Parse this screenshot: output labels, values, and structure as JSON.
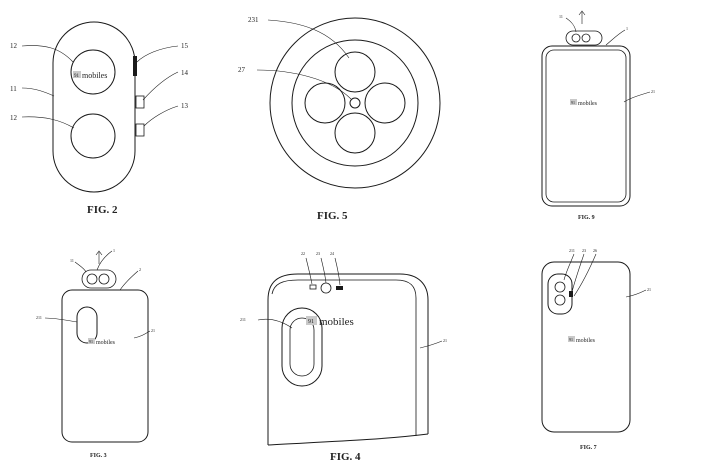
{
  "figures": {
    "fig2": {
      "caption": "FIG. 2",
      "labels": {
        "l12a": "12",
        "l11": "11",
        "l12b": "12",
        "l15": "15",
        "l14": "14",
        "l13": "13"
      }
    },
    "fig5": {
      "caption": "FIG. 5",
      "labels": {
        "l231": "231",
        "l27": "27"
      }
    },
    "fig9": {
      "caption": "FIG. 9",
      "labels": {
        "a": "11",
        "b": "1",
        "c": "21"
      }
    },
    "fig3": {
      "caption": "FIG. 3",
      "labels": {
        "a": "1",
        "b": "11",
        "c": "2",
        "d": "211",
        "e": "21"
      }
    },
    "fig4": {
      "caption": "FIG. 4",
      "labels": {
        "l22": "22",
        "l23": "23",
        "l24": "24",
        "l211": "211",
        "l21": "21"
      }
    },
    "fig7": {
      "caption": "FIG. 7",
      "labels": {
        "a": "211",
        "b": "23",
        "c": "26",
        "d": "21"
      }
    }
  },
  "watermark": {
    "brand": "mobiles",
    "badge": "91",
    "badge_color": "#c9c9c9"
  }
}
